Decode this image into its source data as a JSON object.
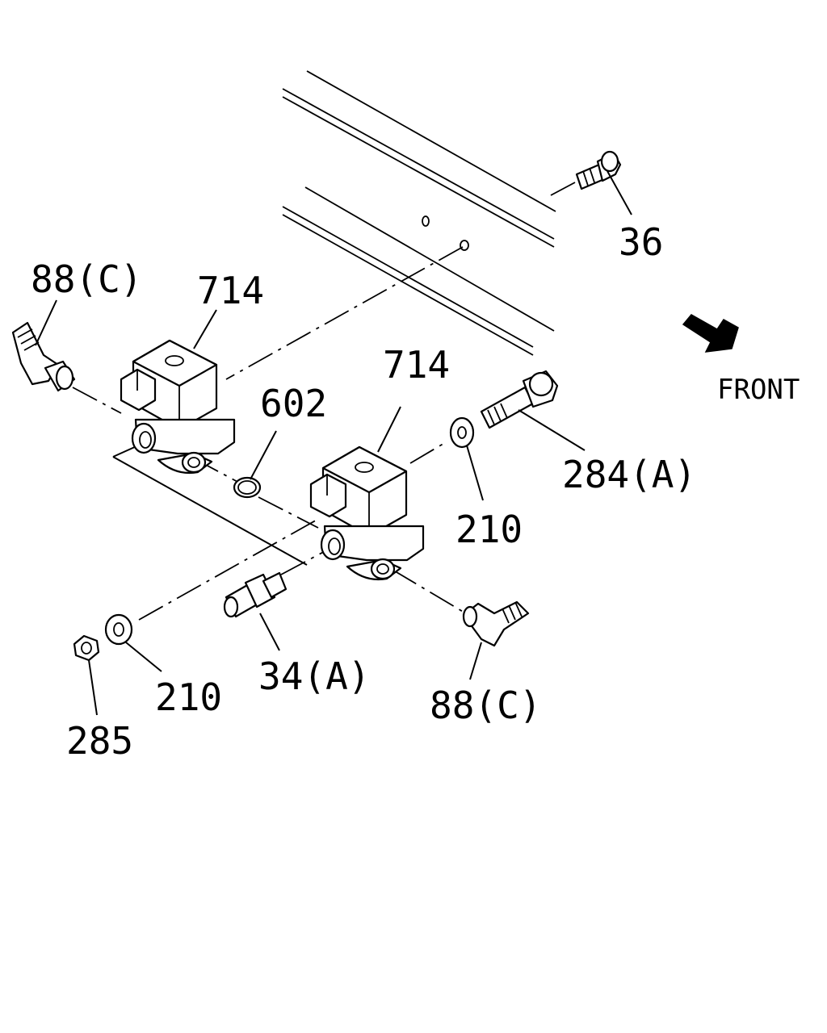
{
  "labels": {
    "bolt_36": "36",
    "hose_fitting_top": "88(C)",
    "solenoid_upper": "714",
    "solenoid_lower": "714",
    "o_ring": "602",
    "flange_bolt": "284(A)",
    "washer_right": "210",
    "washer_left": "210",
    "nut": "285",
    "fitting": "34(A)",
    "hose_fitting_bottom": "88(C)",
    "direction": "FRONT"
  },
  "colors": {
    "line": "#000000",
    "background": "#ffffff"
  },
  "icons": {
    "direction_arrow": "front-arrow-icon"
  }
}
